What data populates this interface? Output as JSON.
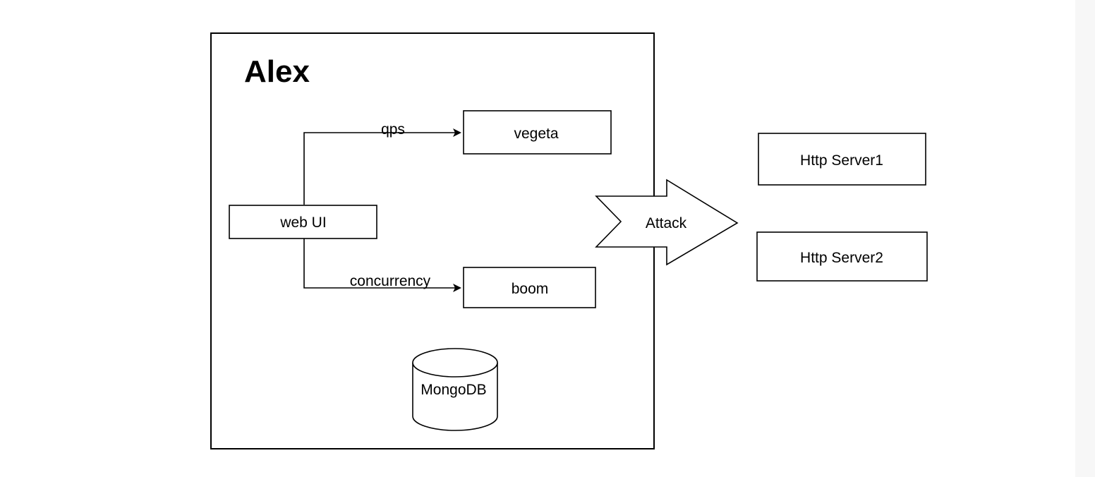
{
  "diagram": {
    "container_title": "Alex",
    "nodes": {
      "web_ui": "web UI",
      "vegeta": "vegeta",
      "boom": "boom",
      "mongodb": "MongoDB",
      "server1": "Http Server1",
      "server2": "Http Server2"
    },
    "edges": {
      "qps": "qps",
      "concurrency": "concurrency"
    },
    "attack_arrow": "Attack"
  },
  "colors": {
    "stroke": "#000000",
    "fill": "#ffffff",
    "gutter": "#f7f7f7"
  }
}
